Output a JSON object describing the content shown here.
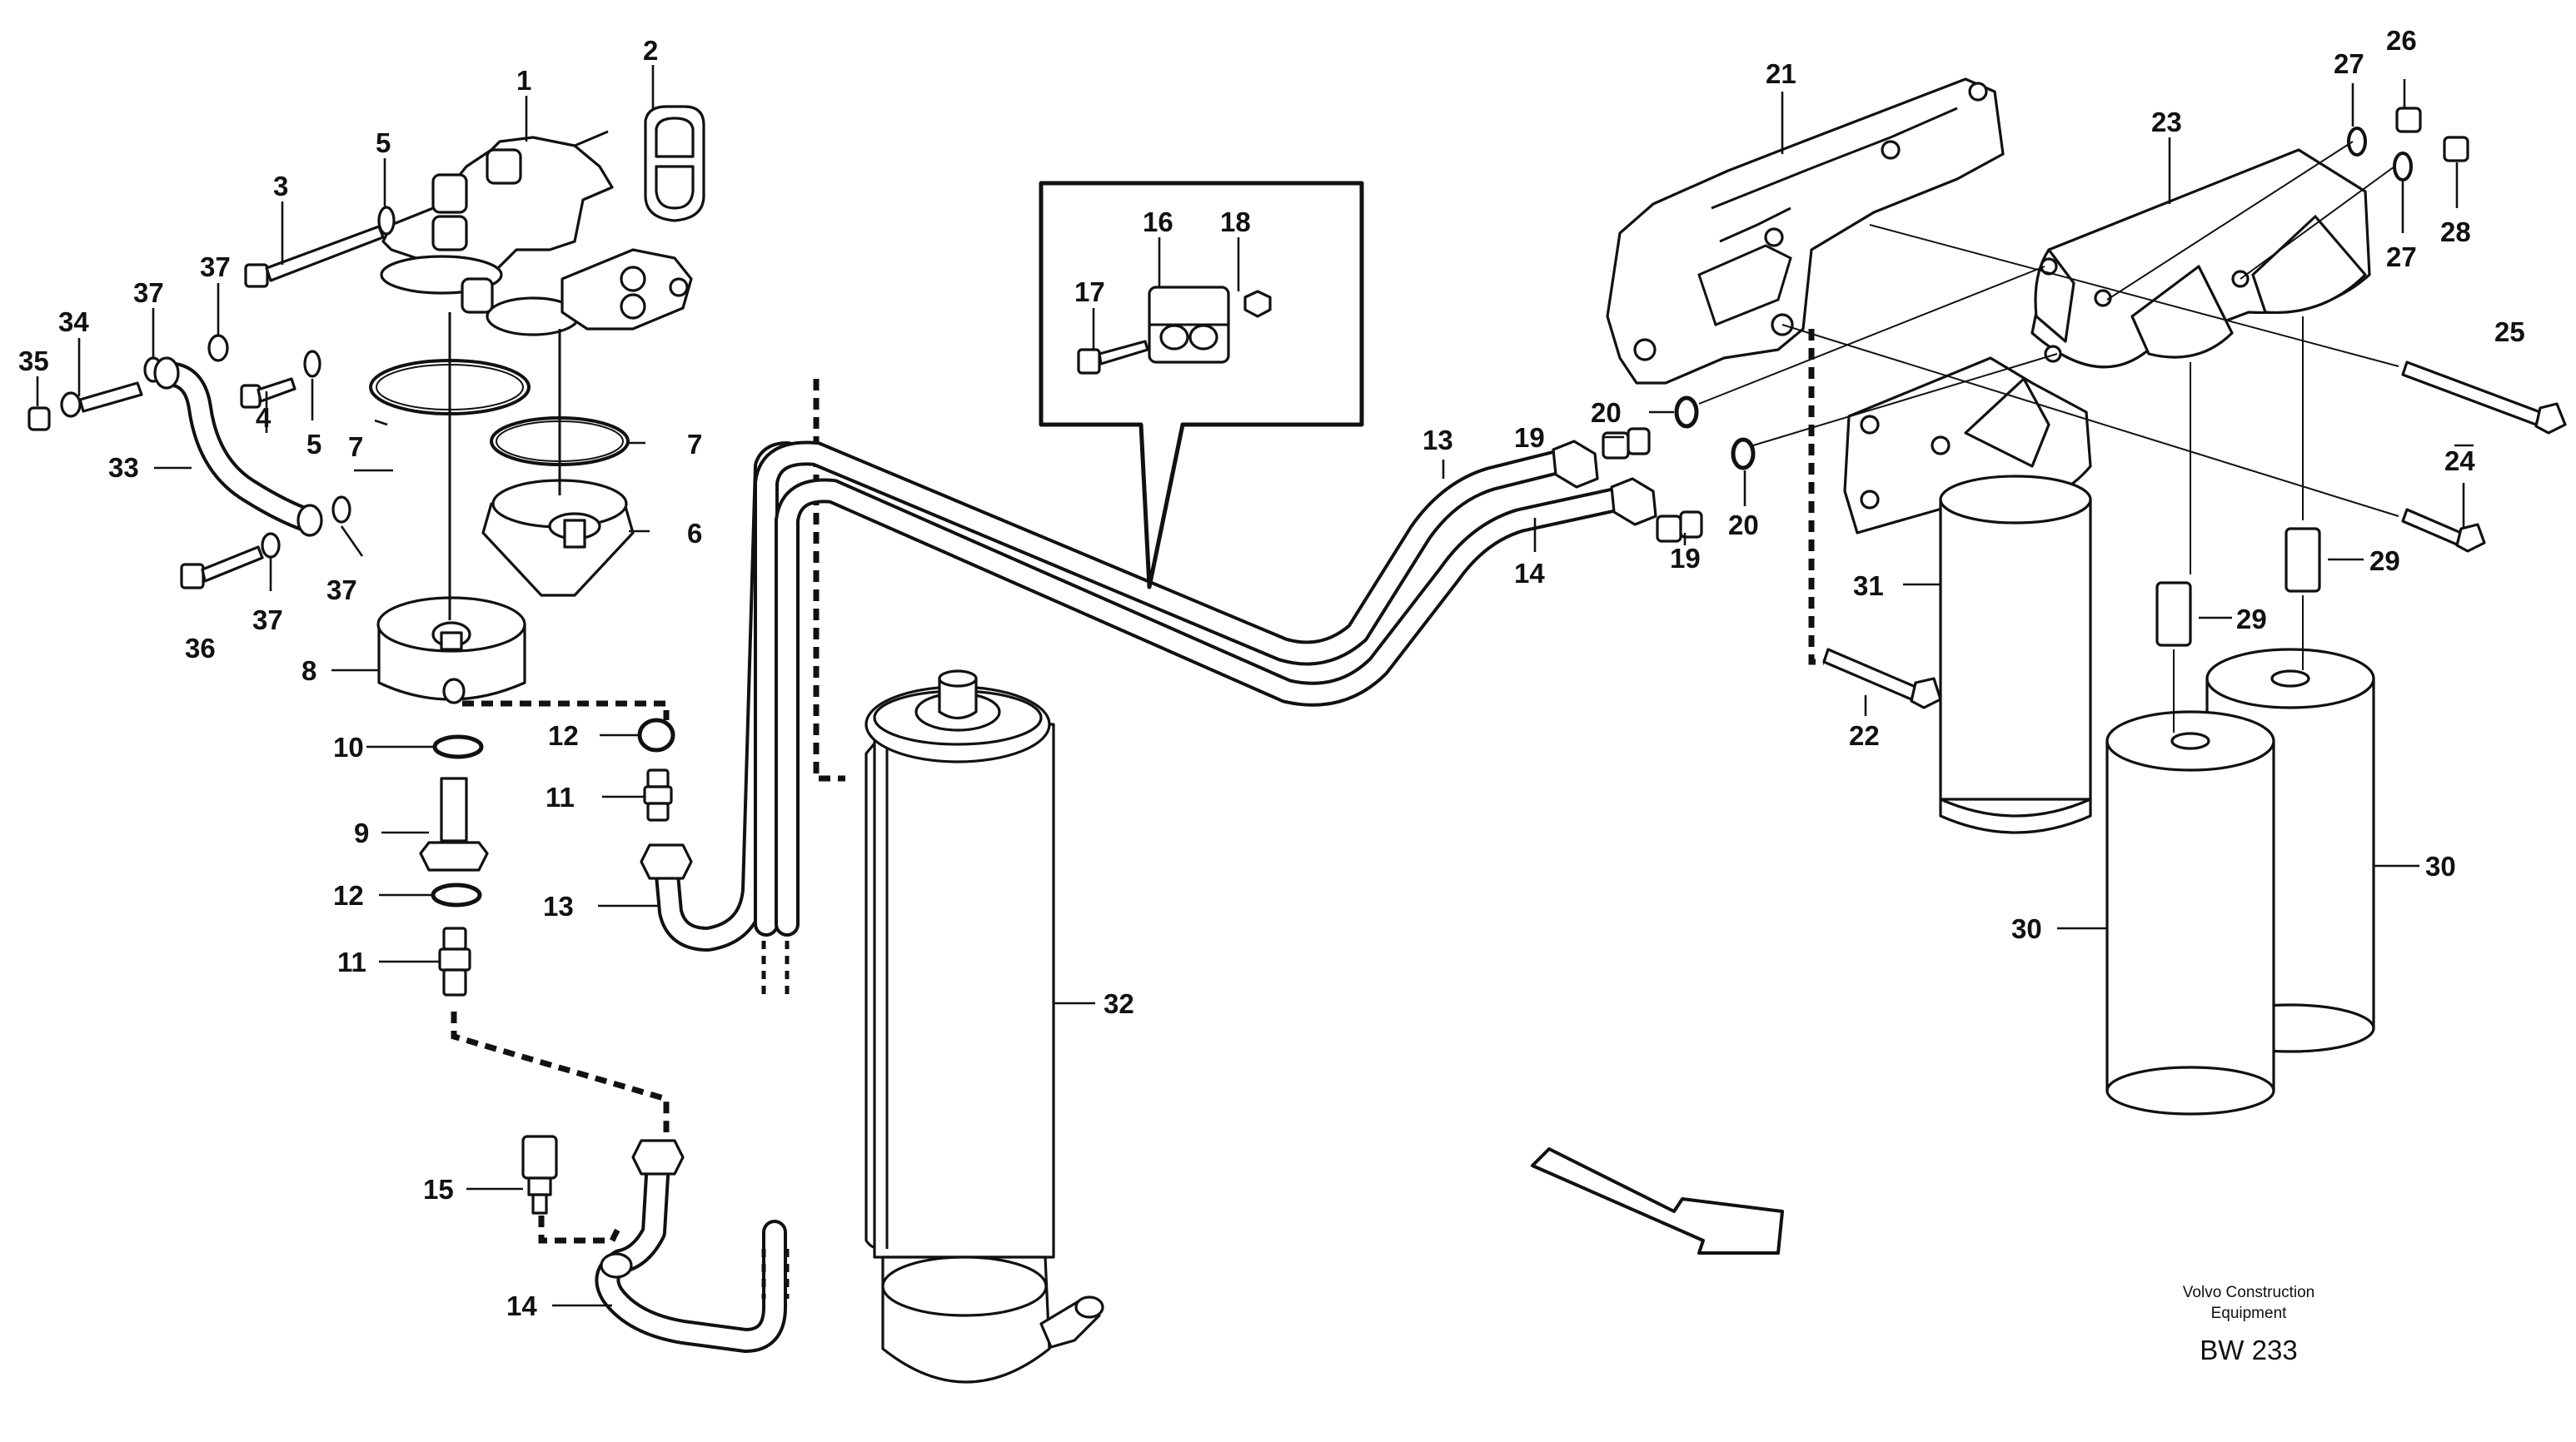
{
  "figure": {
    "labels": {
      "p1": "1",
      "p2": "2",
      "p3": "3",
      "p4": "4",
      "p5a": "5",
      "p5b": "5",
      "p6": "6",
      "p7a": "7",
      "p7b": "7",
      "p8": "8",
      "p9": "9",
      "p10": "10",
      "p11a": "11",
      "p11b": "11",
      "p12a": "12",
      "p12b": "12",
      "p13a": "13",
      "p13b": "13",
      "p14a": "14",
      "p14b": "14",
      "p15": "15",
      "p16": "16",
      "p17": "17",
      "p18": "18",
      "p19a": "19",
      "p19b": "19",
      "p20a": "20",
      "p20b": "20",
      "p21": "21",
      "p22": "22",
      "p23": "23",
      "p24": "24",
      "p25": "25",
      "p26": "26",
      "p27a": "27",
      "p27b": "27",
      "p28": "28",
      "p29a": "29",
      "p29b": "29",
      "p30a": "30",
      "p30b": "30",
      "p31": "31",
      "p32": "32",
      "p33": "33",
      "p34": "34",
      "p35": "35",
      "p36": "36",
      "p37a": "37",
      "p37b": "37",
      "p37c": "37",
      "p37d": "37"
    },
    "caption": {
      "line1": "Volvo Construction",
      "line2": "Equipment",
      "code": "BW 233"
    }
  },
  "colors": {
    "ink": "#111111",
    "paper": "#ffffff"
  }
}
